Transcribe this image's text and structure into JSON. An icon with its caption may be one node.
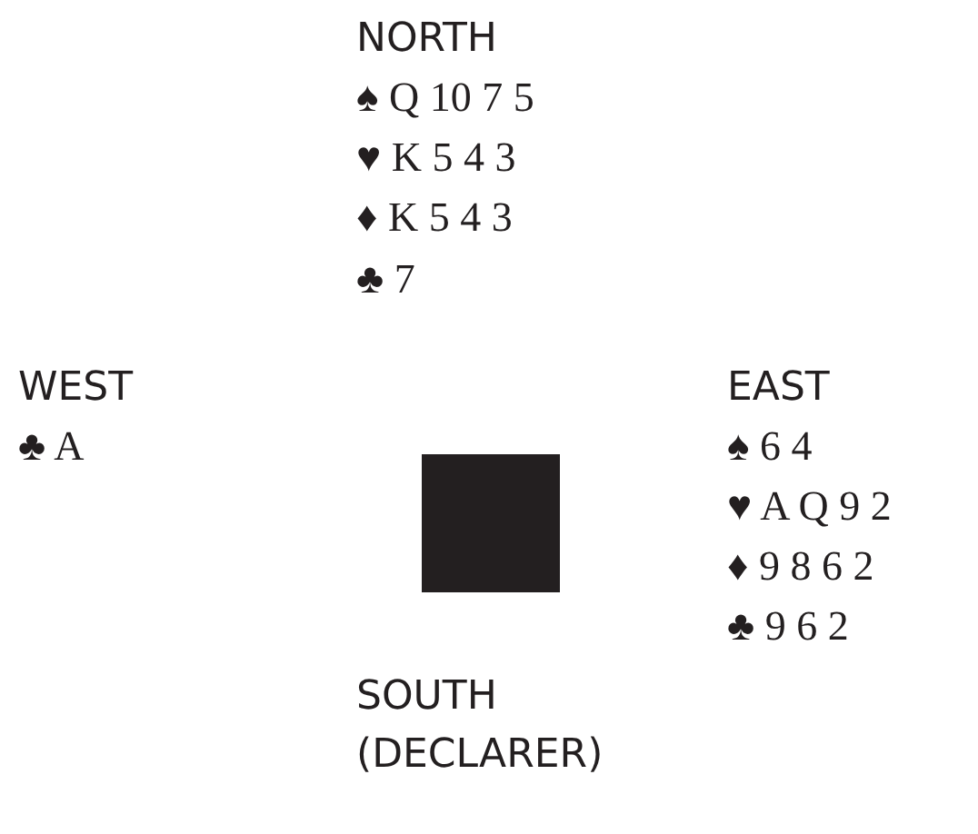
{
  "diagram": {
    "nodes": [
      {
        "text": [],
        "shape": "box"
      }
    ],
    "labels": [
      "NORTH",
      "♠ Q 10 7 5",
      "♥ K 5 4 3",
      "♦ K 5 4 3",
      "♣ 7",
      "WEST",
      "EAST",
      "♣ A",
      "♠ 6 4",
      "♥ A Q 9 2",
      "♦ 9 8 6 2",
      "♣ 9 6 2",
      "SOUTH (DECLARER)"
    ]
  }
}
